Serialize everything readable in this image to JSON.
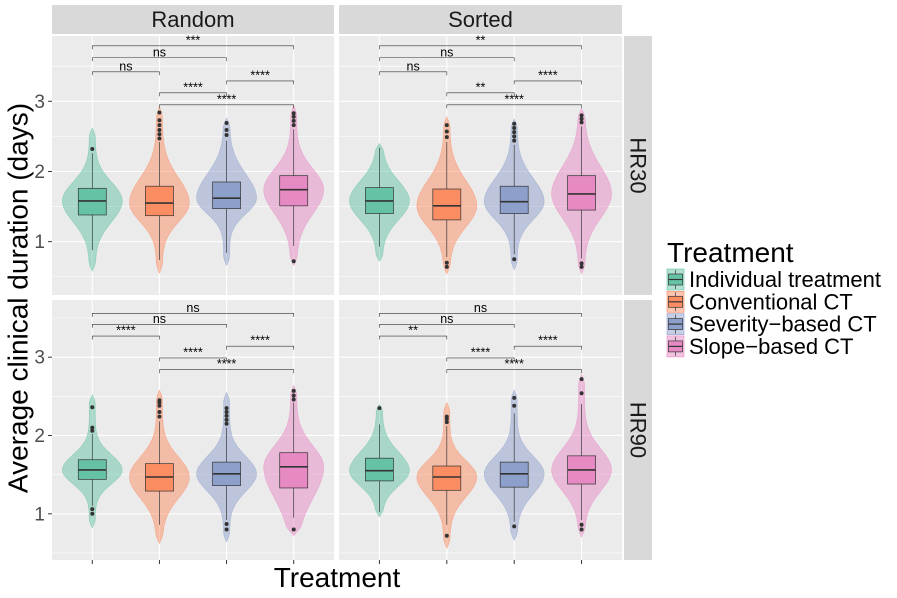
{
  "chart_data": {
    "type": "violin",
    "xlabel": "Treatment",
    "ylabel": "Average clinical duration (days)",
    "categories": [
      "Individual treatment",
      "Conventional CT",
      "Severity−based CT",
      "Slope−based CT"
    ],
    "colors": [
      "#66C2A5",
      "#FC8D62",
      "#8DA0CB",
      "#E78AC3"
    ],
    "columns": [
      "Random",
      "Sorted"
    ],
    "rows": [
      {
        "label": "HR30",
        "ylim": [
          0.24,
          3.93
        ],
        "yticks": [
          1,
          2,
          3
        ]
      },
      {
        "label": "HR90",
        "ylim": [
          0.41,
          3.73
        ],
        "yticks": [
          1,
          2,
          3
        ]
      }
    ],
    "legend": {
      "title": "Treatment",
      "position": "right"
    },
    "grid": true,
    "panels": [
      {
        "column": 0,
        "row": 0,
        "groups": [
          {
            "median": 1.58,
            "q1": 1.38,
            "q3": 1.76,
            "whisker_low": 0.88,
            "whisker_high": 2.26,
            "violin_min": 0.58,
            "violin_max": 2.62,
            "outliers": [
              2.32
            ]
          },
          {
            "median": 1.55,
            "q1": 1.37,
            "q3": 1.79,
            "whisker_low": 0.74,
            "whisker_high": 2.42,
            "violin_min": 0.55,
            "violin_max": 2.92,
            "outliers": [
              2.47,
              2.53,
              2.59,
              2.66,
              2.73,
              2.84
            ]
          },
          {
            "median": 1.62,
            "q1": 1.47,
            "q3": 1.85,
            "whisker_low": 0.84,
            "whisker_high": 2.44,
            "violin_min": 0.66,
            "violin_max": 2.76,
            "outliers": [
              2.52,
              2.59,
              2.69
            ]
          },
          {
            "median": 1.74,
            "q1": 1.51,
            "q3": 1.94,
            "whisker_low": 0.94,
            "whisker_high": 2.6,
            "violin_min": 0.66,
            "violin_max": 2.94,
            "outliers": [
              0.72,
              2.66,
              2.72,
              2.78,
              2.83
            ]
          }
        ],
        "comparisons": [
          {
            "between": [
              1,
              4
            ],
            "label": "***",
            "y": 3.79
          },
          {
            "between": [
              1,
              3
            ],
            "label": "ns",
            "y": 3.62
          },
          {
            "between": [
              1,
              2
            ],
            "label": "ns",
            "y": 3.42
          },
          {
            "between": [
              3,
              4
            ],
            "label": "****",
            "y": 3.29
          },
          {
            "between": [
              2,
              3
            ],
            "label": "****",
            "y": 3.12
          },
          {
            "between": [
              2,
              4
            ],
            "label": "****",
            "y": 2.95
          }
        ]
      },
      {
        "column": 1,
        "row": 0,
        "groups": [
          {
            "median": 1.58,
            "q1": 1.4,
            "q3": 1.77,
            "whisker_low": 0.93,
            "whisker_high": 2.34,
            "violin_min": 0.72,
            "violin_max": 2.4,
            "outliers": []
          },
          {
            "median": 1.51,
            "q1": 1.31,
            "q3": 1.75,
            "whisker_low": 0.78,
            "whisker_high": 2.42,
            "violin_min": 0.54,
            "violin_max": 2.78,
            "outliers": [
              0.64,
              0.7,
              2.49,
              2.57,
              2.66
            ]
          },
          {
            "median": 1.57,
            "q1": 1.4,
            "q3": 1.79,
            "whisker_low": 0.82,
            "whisker_high": 2.38,
            "violin_min": 0.6,
            "violin_max": 2.75,
            "outliers": [
              0.75,
              2.44,
              2.5,
              2.56,
              2.62,
              2.68
            ]
          },
          {
            "median": 1.68,
            "q1": 1.45,
            "q3": 1.94,
            "whisker_low": 0.76,
            "whisker_high": 2.64,
            "violin_min": 0.54,
            "violin_max": 2.9,
            "outliers": [
              0.64,
              0.69,
              2.7,
              2.75,
              2.8
            ]
          }
        ],
        "comparisons": [
          {
            "between": [
              1,
              4
            ],
            "label": "**",
            "y": 3.79
          },
          {
            "between": [
              1,
              3
            ],
            "label": "ns",
            "y": 3.62
          },
          {
            "between": [
              1,
              2
            ],
            "label": "ns",
            "y": 3.42
          },
          {
            "between": [
              3,
              4
            ],
            "label": "****",
            "y": 3.29
          },
          {
            "between": [
              2,
              3
            ],
            "label": "**",
            "y": 3.12
          },
          {
            "between": [
              2,
              4
            ],
            "label": "****",
            "y": 2.95
          }
        ]
      },
      {
        "column": 0,
        "row": 1,
        "groups": [
          {
            "median": 1.56,
            "q1": 1.44,
            "q3": 1.69,
            "whisker_low": 1.1,
            "whisker_high": 2.02,
            "violin_min": 0.82,
            "violin_max": 2.52,
            "outliers": [
              1.0,
              1.06,
              2.06,
              2.1,
              2.36
            ]
          },
          {
            "median": 1.47,
            "q1": 1.29,
            "q3": 1.64,
            "whisker_low": 0.86,
            "whisker_high": 2.18,
            "violin_min": 0.62,
            "violin_max": 2.58,
            "outliers": [
              2.24,
              2.3,
              2.38,
              2.42,
              2.45
            ]
          },
          {
            "median": 1.51,
            "q1": 1.36,
            "q3": 1.66,
            "whisker_low": 0.92,
            "whisker_high": 2.1,
            "violin_min": 0.64,
            "violin_max": 2.55,
            "outliers": [
              0.8,
              0.87,
              2.15,
              2.2,
              2.25,
              2.3,
              2.35
            ]
          },
          {
            "median": 1.6,
            "q1": 1.33,
            "q3": 1.78,
            "whisker_low": 0.95,
            "whisker_high": 2.42,
            "violin_min": 0.72,
            "violin_max": 2.64,
            "outliers": [
              0.8,
              2.46,
              2.51,
              2.57
            ]
          }
        ],
        "comparisons": [
          {
            "between": [
              1,
              4
            ],
            "label": "ns",
            "y": 3.56
          },
          {
            "between": [
              1,
              3
            ],
            "label": "ns",
            "y": 3.42
          },
          {
            "between": [
              1,
              2
            ],
            "label": "****",
            "y": 3.27
          },
          {
            "between": [
              3,
              4
            ],
            "label": "****",
            "y": 3.14
          },
          {
            "between": [
              2,
              3
            ],
            "label": "****",
            "y": 2.99
          },
          {
            "between": [
              2,
              4
            ],
            "label": "****",
            "y": 2.84
          }
        ]
      },
      {
        "column": 1,
        "row": 1,
        "groups": [
          {
            "median": 1.55,
            "q1": 1.42,
            "q3": 1.71,
            "whisker_low": 1.02,
            "whisker_high": 2.14,
            "violin_min": 0.96,
            "violin_max": 2.4,
            "outliers": [
              2.35
            ]
          },
          {
            "median": 1.47,
            "q1": 1.3,
            "q3": 1.61,
            "whisker_low": 0.86,
            "whisker_high": 2.12,
            "violin_min": 0.56,
            "violin_max": 2.42,
            "outliers": [
              0.72,
              2.17,
              2.21,
              2.24
            ]
          },
          {
            "median": 1.51,
            "q1": 1.34,
            "q3": 1.66,
            "whisker_low": 0.9,
            "whisker_high": 2.28,
            "violin_min": 0.66,
            "violin_max": 2.58,
            "outliers": [
              0.84,
              2.38,
              2.48
            ]
          },
          {
            "median": 1.56,
            "q1": 1.38,
            "q3": 1.74,
            "whisker_low": 0.92,
            "whisker_high": 2.4,
            "violin_min": 0.7,
            "violin_max": 2.78,
            "outliers": [
              0.8,
              0.86,
              2.54,
              2.72
            ]
          }
        ],
        "comparisons": [
          {
            "between": [
              1,
              4
            ],
            "label": "ns",
            "y": 3.56
          },
          {
            "between": [
              1,
              3
            ],
            "label": "ns",
            "y": 3.42
          },
          {
            "between": [
              1,
              2
            ],
            "label": "**",
            "y": 3.27
          },
          {
            "between": [
              3,
              4
            ],
            "label": "****",
            "y": 3.14
          },
          {
            "between": [
              2,
              3
            ],
            "label": "****",
            "y": 2.99
          },
          {
            "between": [
              2,
              4
            ],
            "label": "****",
            "y": 2.84
          }
        ]
      }
    ]
  }
}
